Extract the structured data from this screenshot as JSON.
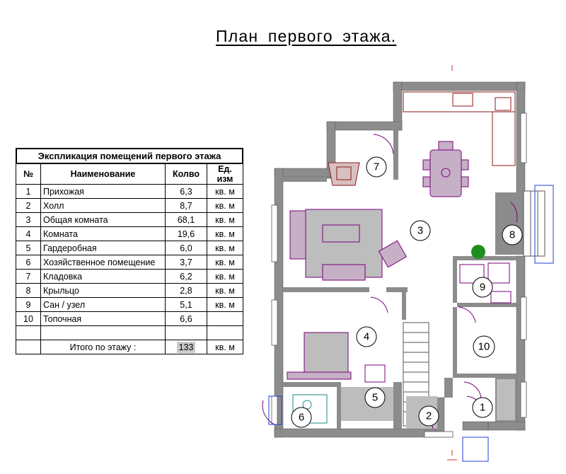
{
  "title": "План  первого  этажа.",
  "table": {
    "caption": "Экспликация помещений первого этажа",
    "headers": [
      "№",
      "Наименование",
      "Колво",
      "Ед. изм"
    ],
    "rows": [
      {
        "n": "1",
        "name": "Прихожая",
        "area": "6,3",
        "unit": "кв. м"
      },
      {
        "n": "2",
        "name": "Холл",
        "area": "8,7",
        "unit": "кв. м"
      },
      {
        "n": "3",
        "name": "Общая комната",
        "area": "68,1",
        "unit": "кв. м"
      },
      {
        "n": "4",
        "name": "Комната",
        "area": "19,6",
        "unit": "кв. м"
      },
      {
        "n": "5",
        "name": "Гардеробная",
        "area": "6,0",
        "unit": "кв. м"
      },
      {
        "n": "6",
        "name": "Хозяйственное помещение",
        "area": "3,7",
        "unit": "кв. м"
      },
      {
        "n": "7",
        "name": "Кладовка",
        "area": "6,2",
        "unit": "кв. м"
      },
      {
        "n": "8",
        "name": "Крыльцо",
        "area": "2,8",
        "unit": "кв. м"
      },
      {
        "n": "9",
        "name": "Сан / узел",
        "area": "5,1",
        "unit": "кв. м"
      },
      {
        "n": "10",
        "name": "Топочная",
        "area": "6,6",
        "unit": ""
      }
    ],
    "total_label": "Итого по этажу  :",
    "total_value": "133",
    "total_unit": "кв. м"
  },
  "room_labels": [
    "1",
    "2",
    "3",
    "4",
    "5",
    "6",
    "7",
    "8",
    "9",
    "10"
  ],
  "colors": {
    "wall": "#8c8c8c",
    "furniture": "#7b007b",
    "kitchen": "#8b1a1a",
    "fill_gray": "#bdbdbd",
    "window_blue": "#1f3fd6",
    "plant": "#1e8f1e"
  }
}
